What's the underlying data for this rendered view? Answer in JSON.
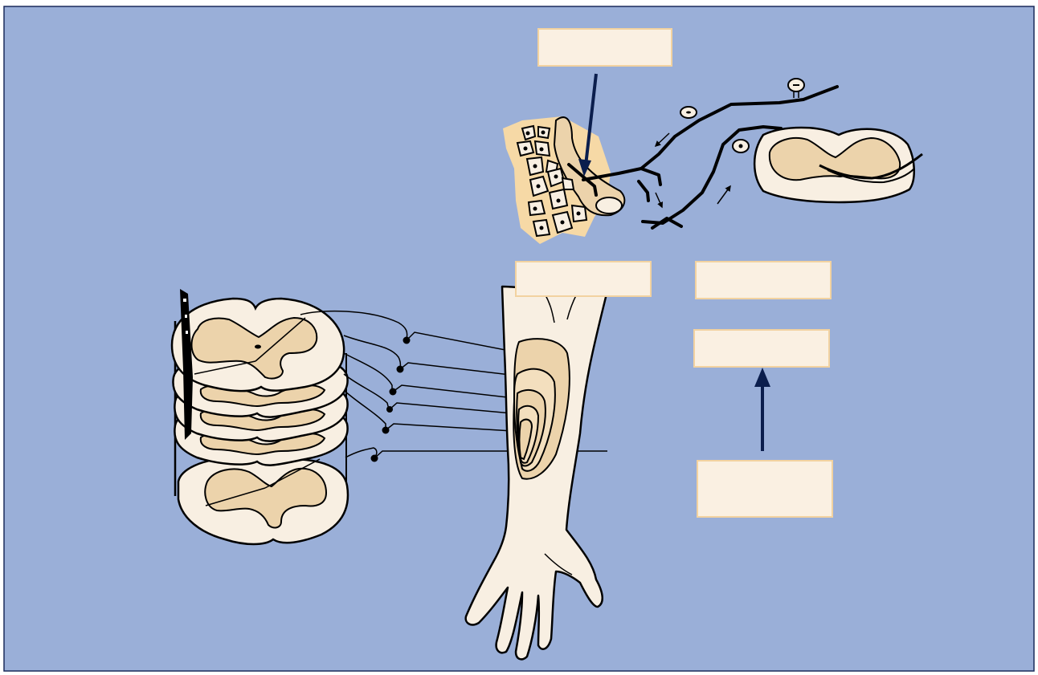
{
  "slide": {
    "background": "#9AAFD8",
    "border_color": "#1a2a5a"
  },
  "colors": {
    "skin": "#F8EFE2",
    "gray_matter": "#ECD3AB",
    "muscle_fill": "#F6D9A6",
    "label_box": "#FAF0E2",
    "label_box_border": "#F2D2A0",
    "arrow": "#0B1E4D",
    "outline": "#000000"
  },
  "labels": [
    {
      "id": "top-label",
      "text": ""
    },
    {
      "id": "arm-label",
      "text": ""
    },
    {
      "id": "right-label-1",
      "text": ""
    },
    {
      "id": "right-label-2",
      "text": ""
    },
    {
      "id": "right-label-3",
      "text": ""
    }
  ],
  "symbols": {
    "inhibitory_sign": "−"
  },
  "icons": [
    "spinal-cord-stack-icon",
    "muscle-cross-section-icon",
    "spinal-cord-section-icon",
    "arm-icon",
    "dermatome-bands-icon"
  ]
}
